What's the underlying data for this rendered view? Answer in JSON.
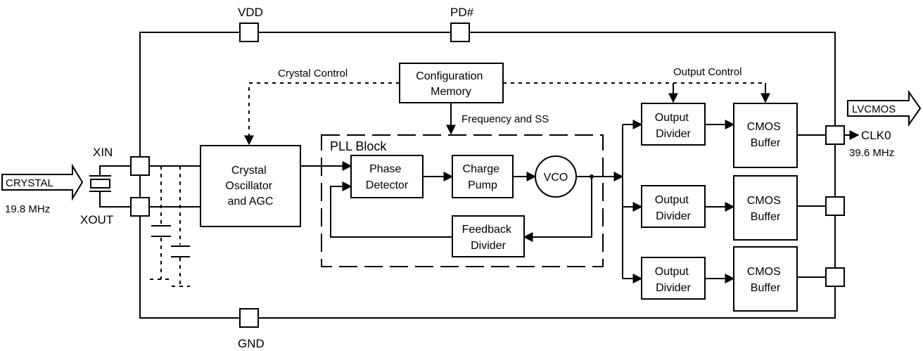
{
  "pins": {
    "vdd": "VDD",
    "pd": "PD#",
    "gnd": "GND",
    "xin": "XIN",
    "xout": "XOUT",
    "clk0": "CLK0"
  },
  "labels": {
    "crystal_control": "Crystal Control",
    "output_control": "Output Control",
    "freq_ss": "Frequency and SS",
    "pll_block": "PLL Block",
    "input_freq": "19.8 MHz",
    "output_freq": "39.6 MHz"
  },
  "io_arrows": {
    "crystal": "CRYSTAL",
    "lvcmos": "LVCMOS"
  },
  "blocks": {
    "config_memory": [
      "Configuration",
      "Memory"
    ],
    "crystal_osc": [
      "Crystal",
      "Oscillator",
      "and AGC"
    ],
    "phase_detector": [
      "Phase",
      "Detector"
    ],
    "charge_pump": [
      "Charge",
      "Pump"
    ],
    "vco": "VCO",
    "feedback_divider": [
      "Feedback",
      "Divider"
    ],
    "output_divider": [
      "Output",
      "Divider"
    ],
    "cmos_buffer": [
      "CMOS",
      "Buffer"
    ]
  }
}
